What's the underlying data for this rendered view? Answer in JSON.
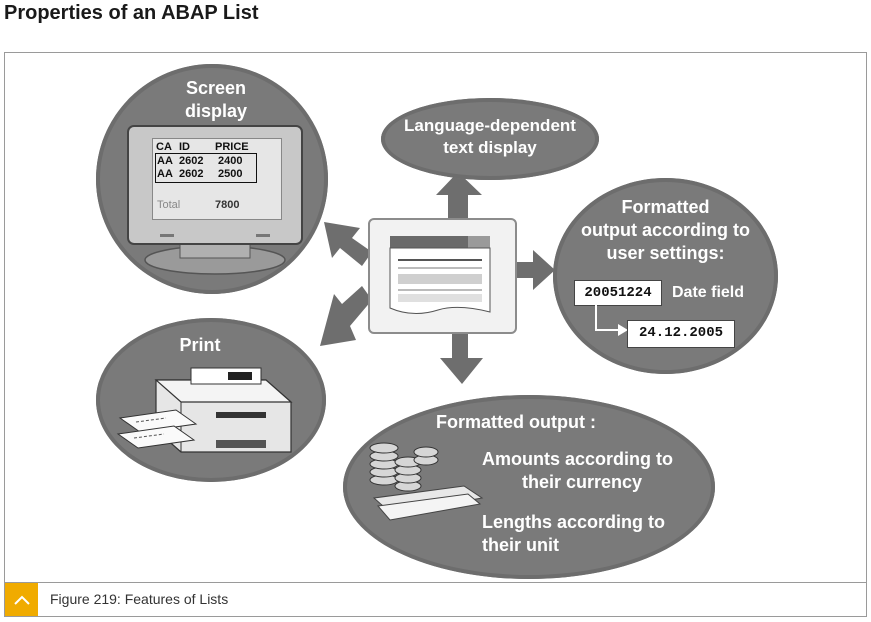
{
  "page_title": "Properties of an ABAP List",
  "caption": "Figure 219: Features of Lists",
  "screen_display": {
    "label_line1": "Screen",
    "label_line2": "display",
    "table_header": [
      "CA",
      "ID",
      "PRICE"
    ],
    "rows": [
      [
        "AA",
        "2602",
        "2400"
      ],
      [
        "AA",
        "2602",
        "2500"
      ]
    ],
    "total_label": "Total",
    "total_value": "7800"
  },
  "language": {
    "line1": "Language-dependent",
    "line2": "text display"
  },
  "user_settings": {
    "line1": "Formatted",
    "line2": "output according to",
    "line3": "user settings:",
    "raw_value": "20051224",
    "date_field_label": "Date field",
    "formatted_value": "24.12.2005"
  },
  "print": {
    "label": "Print"
  },
  "formatted_output": {
    "title": "Formatted output :",
    "amounts_line1": "Amounts according to",
    "amounts_line2": "their currency",
    "lengths_line1": "Lengths according to",
    "lengths_line2": "their unit"
  },
  "icons": [
    "monitor-icon",
    "printer-icon",
    "coins-icon",
    "list-document-icon",
    "chevron-up-icon"
  ],
  "colors": {
    "oval_fill": "#7a7a7a",
    "arrow_fill": "#6e6e6e",
    "accent": "#f0ab00"
  }
}
